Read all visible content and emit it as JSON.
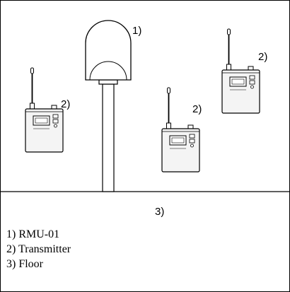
{
  "callouts": {
    "receiver": "1)",
    "transmitter_left": "2)",
    "transmitter_middle": "2)",
    "transmitter_right": "2)",
    "floor": "3)"
  },
  "legend": [
    {
      "label": "1) RMU-01"
    },
    {
      "label": "2) Transmitter"
    },
    {
      "label": "3) Floor"
    }
  ],
  "colors": {
    "ink": "#000000",
    "paper": "#ffffff",
    "device_face": "#f4f4f4"
  },
  "icons": {
    "receiver": "dome-receiver-on-pole",
    "transmitter": "bodypack-transmitter-with-antenna"
  }
}
